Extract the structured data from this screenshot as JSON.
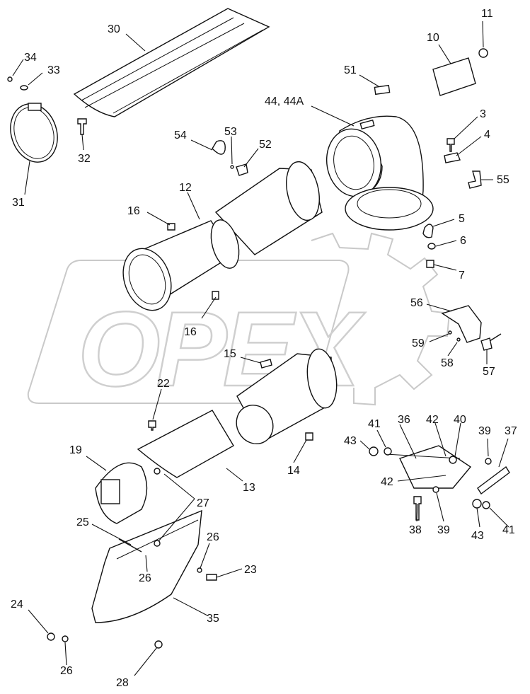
{
  "watermark": {
    "text": "OPEX"
  },
  "callouts": [
    {
      "id": "c30",
      "text": "30"
    },
    {
      "id": "c34",
      "text": "34"
    },
    {
      "id": "c33",
      "text": "33"
    },
    {
      "id": "c32",
      "text": "32"
    },
    {
      "id": "c31",
      "text": "31"
    },
    {
      "id": "c54",
      "text": "54"
    },
    {
      "id": "c53",
      "text": "53"
    },
    {
      "id": "c52",
      "text": "52"
    },
    {
      "id": "c12",
      "text": "12"
    },
    {
      "id": "c16a",
      "text": "16"
    },
    {
      "id": "c16b",
      "text": "16"
    },
    {
      "id": "c11",
      "text": "11"
    },
    {
      "id": "c10",
      "text": "10"
    },
    {
      "id": "c51",
      "text": "51"
    },
    {
      "id": "c44",
      "text": "44, 44A"
    },
    {
      "id": "c3",
      "text": "3"
    },
    {
      "id": "c4",
      "text": "4"
    },
    {
      "id": "c55",
      "text": "55"
    },
    {
      "id": "c5",
      "text": "5"
    },
    {
      "id": "c6",
      "text": "6"
    },
    {
      "id": "c7",
      "text": "7"
    },
    {
      "id": "c56",
      "text": "56"
    },
    {
      "id": "c59",
      "text": "59"
    },
    {
      "id": "c58",
      "text": "58"
    },
    {
      "id": "c57",
      "text": "57"
    },
    {
      "id": "c15",
      "text": "15"
    },
    {
      "id": "c22",
      "text": "22"
    },
    {
      "id": "c14",
      "text": "14"
    },
    {
      "id": "c19",
      "text": "19"
    },
    {
      "id": "c13",
      "text": "13"
    },
    {
      "id": "c27",
      "text": "27"
    },
    {
      "id": "c25",
      "text": "25"
    },
    {
      "id": "c26a",
      "text": "26"
    },
    {
      "id": "c26b",
      "text": "26"
    },
    {
      "id": "c23",
      "text": "23"
    },
    {
      "id": "c35",
      "text": "35"
    },
    {
      "id": "c24",
      "text": "24"
    },
    {
      "id": "c26c",
      "text": "26"
    },
    {
      "id": "c28",
      "text": "28"
    },
    {
      "id": "c41a",
      "text": "41"
    },
    {
      "id": "c36",
      "text": "36"
    },
    {
      "id": "c42a",
      "text": "42"
    },
    {
      "id": "c40",
      "text": "40"
    },
    {
      "id": "c39a",
      "text": "39"
    },
    {
      "id": "c37",
      "text": "37"
    },
    {
      "id": "c43a",
      "text": "43"
    },
    {
      "id": "c42b",
      "text": "42"
    },
    {
      "id": "c38",
      "text": "38"
    },
    {
      "id": "c39b",
      "text": "39"
    },
    {
      "id": "c43b",
      "text": "43"
    },
    {
      "id": "c41b",
      "text": "41"
    }
  ]
}
